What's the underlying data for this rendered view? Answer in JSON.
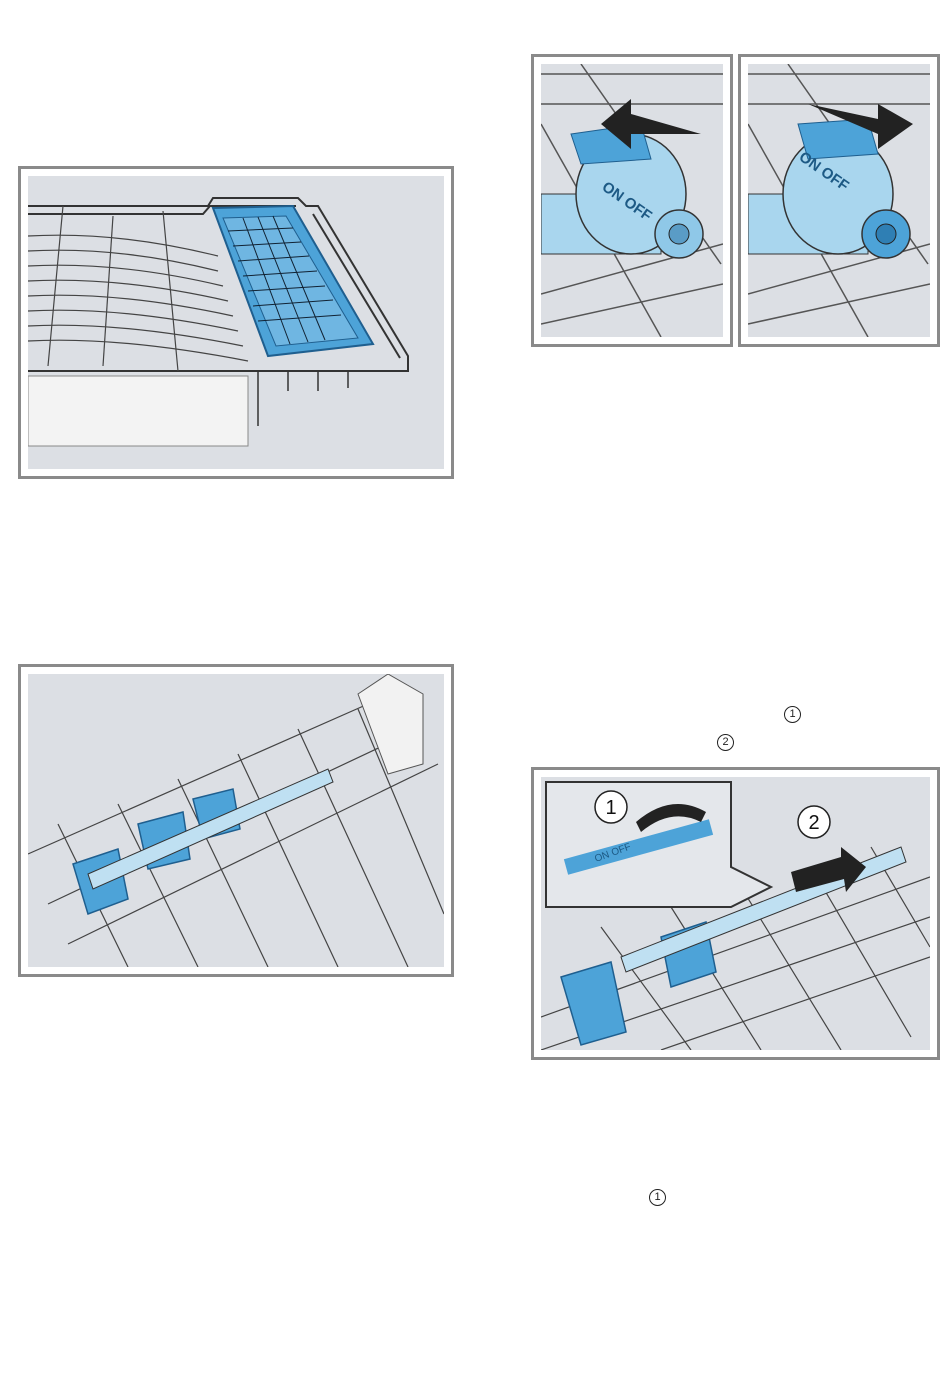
{
  "figures": {
    "cutlery_tray": {
      "name": "cutlery-tray-illustration"
    },
    "nozzle_on": {
      "label": "ON OFF"
    },
    "nozzle_off": {
      "label": "ON OFF"
    },
    "spray_rail": {
      "name": "upper-rack-spray-rail-illustration"
    },
    "removal": {
      "step1": "1",
      "step2": "2",
      "label": "ON OFF"
    }
  },
  "markers": {
    "a": "1",
    "b": "2",
    "c": "1"
  },
  "colors": {
    "accent_blue": "#4da3d8",
    "nozzle_blue": "#a9d6ee",
    "panel_bg": "#dcdfe4",
    "frame": "#8a8a8a"
  }
}
